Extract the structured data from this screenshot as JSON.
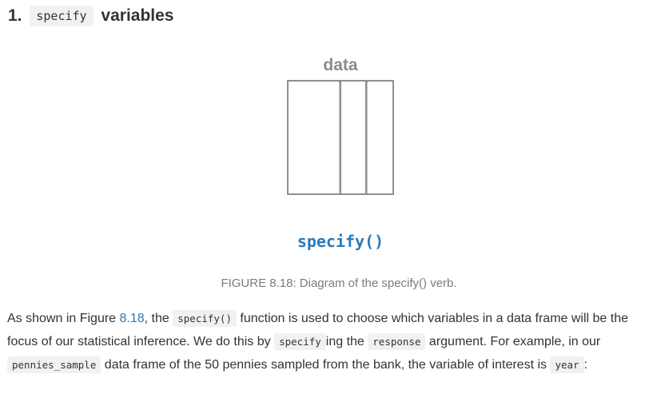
{
  "heading": {
    "number": "1.",
    "code": "specify",
    "text": "variables"
  },
  "figure": {
    "data_label": "data",
    "verb_label": "specify()",
    "caption": "FIGURE 8.18: Diagram of the specify() verb."
  },
  "paragraph": {
    "t1": "As shown in Figure ",
    "link": "8.18",
    "t2": ", the ",
    "c1": "specify()",
    "t3": " function is used to choose which variables in a data frame will be the focus of our statistical inference. We do this by ",
    "c2": "specify",
    "t4": "ing the ",
    "c3": "response",
    "t5": " argument. For example, in our ",
    "c4": "pennies_sample",
    "t6": " data frame of the 50 pennies sampled from the bank, the variable of interest is ",
    "c5": "year",
    "t7": ":"
  },
  "colors": {
    "link": "#2a7ab9",
    "verb": "#2a7ab9",
    "diagram_stroke": "#8f8f8f",
    "caption": "#7b7b7b",
    "code_bg": "#f1f1f1"
  }
}
